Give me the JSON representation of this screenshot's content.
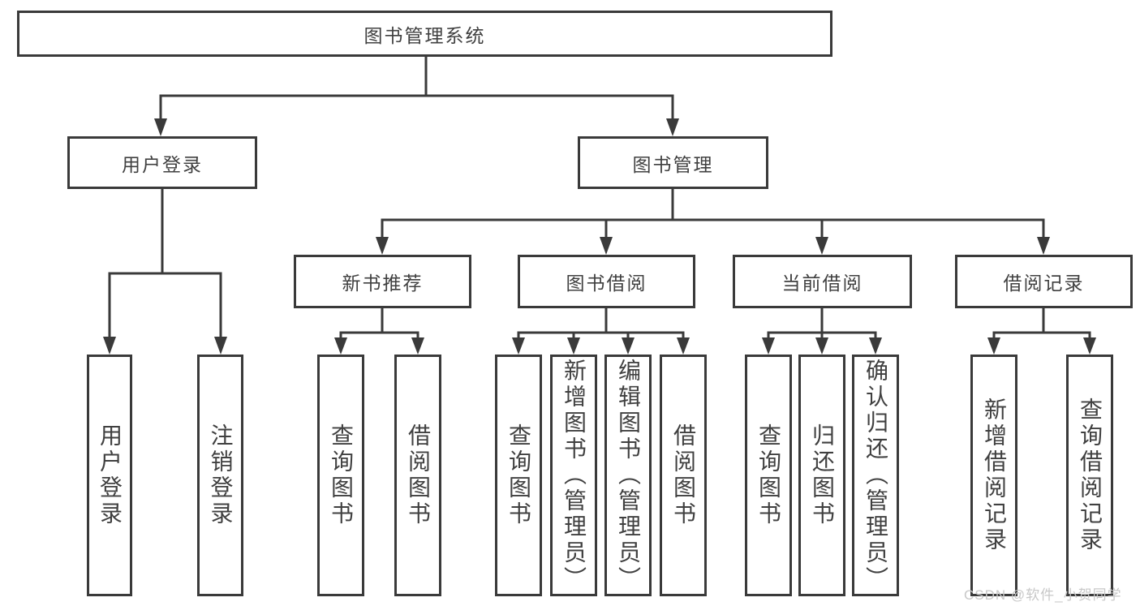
{
  "tree": {
    "root": {
      "label": "图书管理系统"
    },
    "branches": [
      {
        "label": "用户登录",
        "leaves": [
          {
            "label": "用户登录"
          },
          {
            "label": "注销登录"
          }
        ]
      },
      {
        "label": "图书管理",
        "groups": [
          {
            "label": "新书推荐",
            "leaves": [
              {
                "label": "查询图书"
              },
              {
                "label": "借阅图书"
              }
            ]
          },
          {
            "label": "图书借阅",
            "leaves": [
              {
                "label": "查询图书"
              },
              {
                "label": "新增图书（管理员）"
              },
              {
                "label": "编辑图书（管理员）"
              },
              {
                "label": "借阅图书"
              }
            ]
          },
          {
            "label": "当前借阅",
            "leaves": [
              {
                "label": "查询图书"
              },
              {
                "label": "归还图书"
              },
              {
                "label": "确认归还（管理员）"
              }
            ]
          },
          {
            "label": "借阅记录",
            "leaves": [
              {
                "label": "新增借阅记录"
              },
              {
                "label": "查询借阅记录"
              }
            ]
          }
        ]
      }
    ]
  },
  "watermark": {
    "text": "CSDN @软件_小贺同学"
  },
  "colors": {
    "line": "#3a3a3a",
    "box_border": "#3a3a3a",
    "text": "#404040",
    "background": "#ffffff",
    "watermark": "#c8c8c8"
  }
}
